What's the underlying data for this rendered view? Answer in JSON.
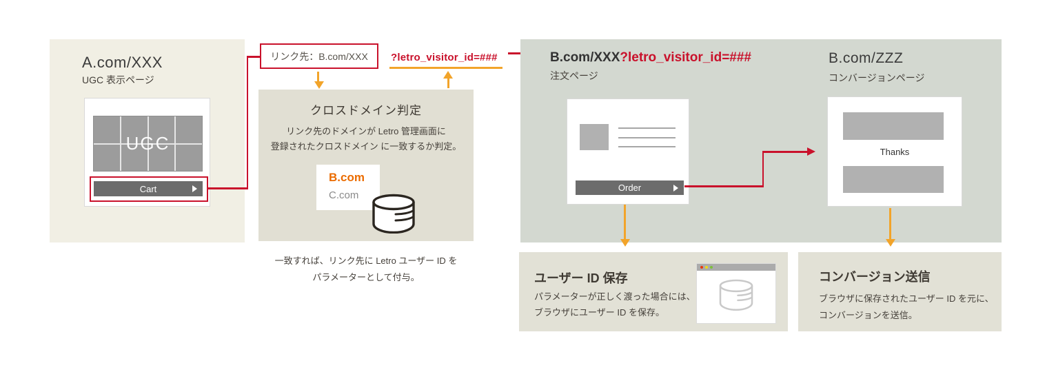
{
  "accent_colors": {
    "red": "#c9112b",
    "orange": "#f2a42a",
    "brand_orange": "#eb6c00"
  },
  "ugc_page": {
    "title": "A.com/XXX",
    "subtitle": "UGC 表示ページ",
    "ugc_label": "UGC",
    "cart_button": "Cart"
  },
  "link_callout": {
    "label": "リンク先：B.com/XXX"
  },
  "query_callout": {
    "label": "?letro_visitor_id=###"
  },
  "cross_domain_check": {
    "title": "クロスドメイン判定",
    "body_line1": "リンク先のドメインが Letro 管理画面に",
    "body_line2": "登録されたクロスドメイン に一致するか判定。",
    "domain_primary": "B.com",
    "domain_secondary": "C.com",
    "result_line1": "一致すれば、リンク先に Letro ユーザー ID を",
    "result_line2": "パラメーターとして付与。"
  },
  "order_page": {
    "title_domain": "B.com/XXX",
    "title_query": "?letro_visitor_id=###",
    "subtitle": "注文ページ",
    "order_button": "Order"
  },
  "conversion_page": {
    "title": "B.com/ZZZ",
    "subtitle": "コンバージョンページ",
    "thanks_label": "Thanks"
  },
  "user_id_store": {
    "title": "ユーザー ID 保存",
    "body_line1": "パラメーターが正しく渡った場合には、",
    "body_line2": "ブラウザにユーザー ID を保存。"
  },
  "conversion_send": {
    "title": "コンバージョン送信",
    "body_line1": "ブラウザに保存されたユーザー ID を元に、",
    "body_line2": "コンバージョンを送信。"
  }
}
